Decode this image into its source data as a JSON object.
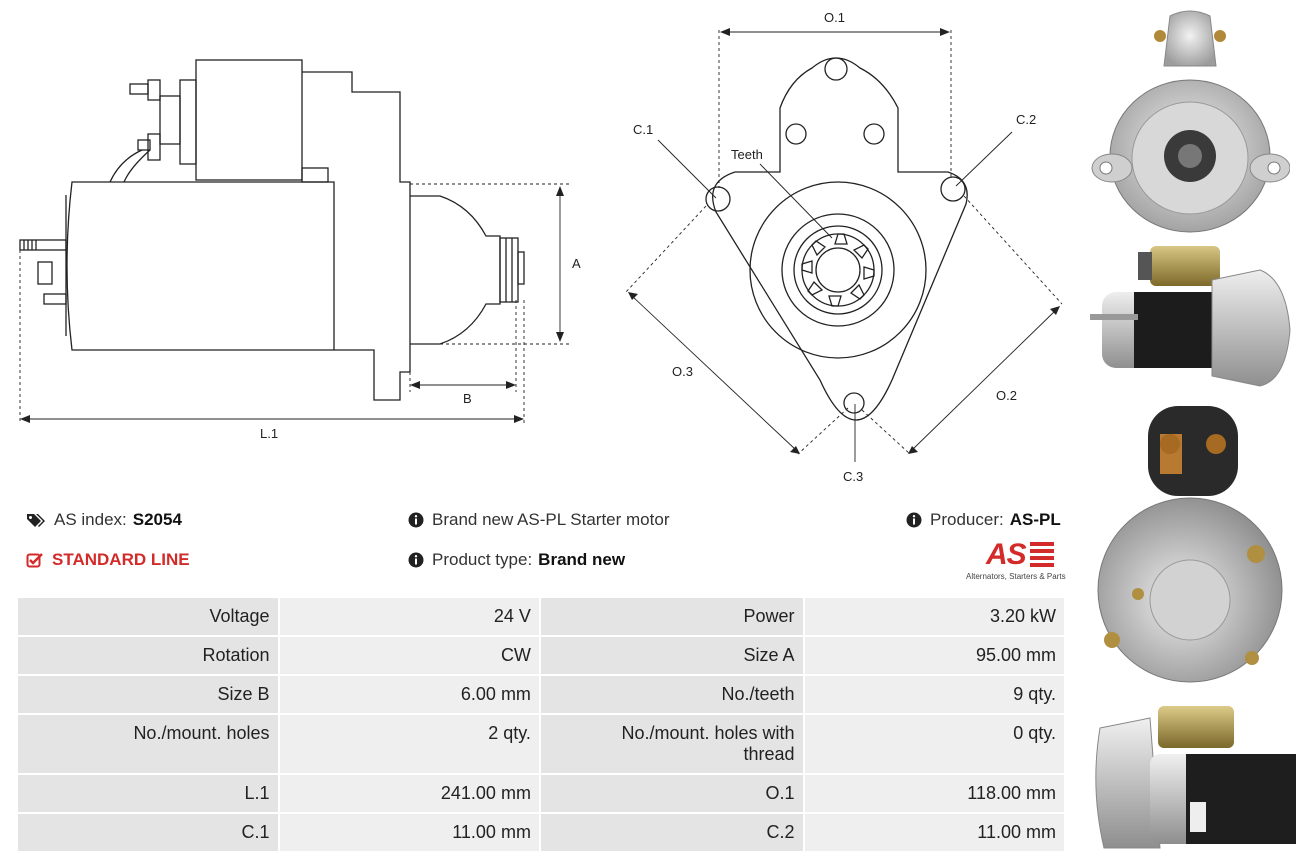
{
  "diagram": {
    "labels": {
      "L1": "L.1",
      "A": "A",
      "B": "B",
      "O1": "O.1",
      "O2": "O.2",
      "O3": "O.3",
      "C1": "C.1",
      "C2": "C.2",
      "C3": "C.3",
      "teeth": "Teeth"
    }
  },
  "info": {
    "as_index_label": "AS index:",
    "as_index_value": "S2054",
    "line": "STANDARD LINE",
    "description": "Brand new AS-PL Starter motor",
    "product_type_label": "Product type:",
    "product_type_value": "Brand new",
    "producer_label": "Producer:",
    "producer_value": "AS-PL",
    "logo_tagline": "Alternators, Starters & Parts",
    "logo_letters": "AS"
  },
  "specs": [
    [
      "Voltage",
      "24 V",
      "Power",
      "3.20 kW"
    ],
    [
      "Rotation",
      "CW",
      "Size A",
      "95.00 mm"
    ],
    [
      "Size B",
      "6.00 mm",
      "No./teeth",
      "9 qty."
    ],
    [
      "No./mount. holes",
      "2 qty.",
      "No./mount. holes with thread",
      "0 qty."
    ],
    [
      "L.1",
      "241.00 mm",
      "O.1",
      "118.00 mm"
    ],
    [
      "C.1",
      "11.00 mm",
      "C.2",
      "11.00 mm"
    ]
  ],
  "colors": {
    "accent_red": "#d32a2a",
    "cell_label_bg": "#e4e4e4",
    "cell_value_bg": "#efefef"
  }
}
